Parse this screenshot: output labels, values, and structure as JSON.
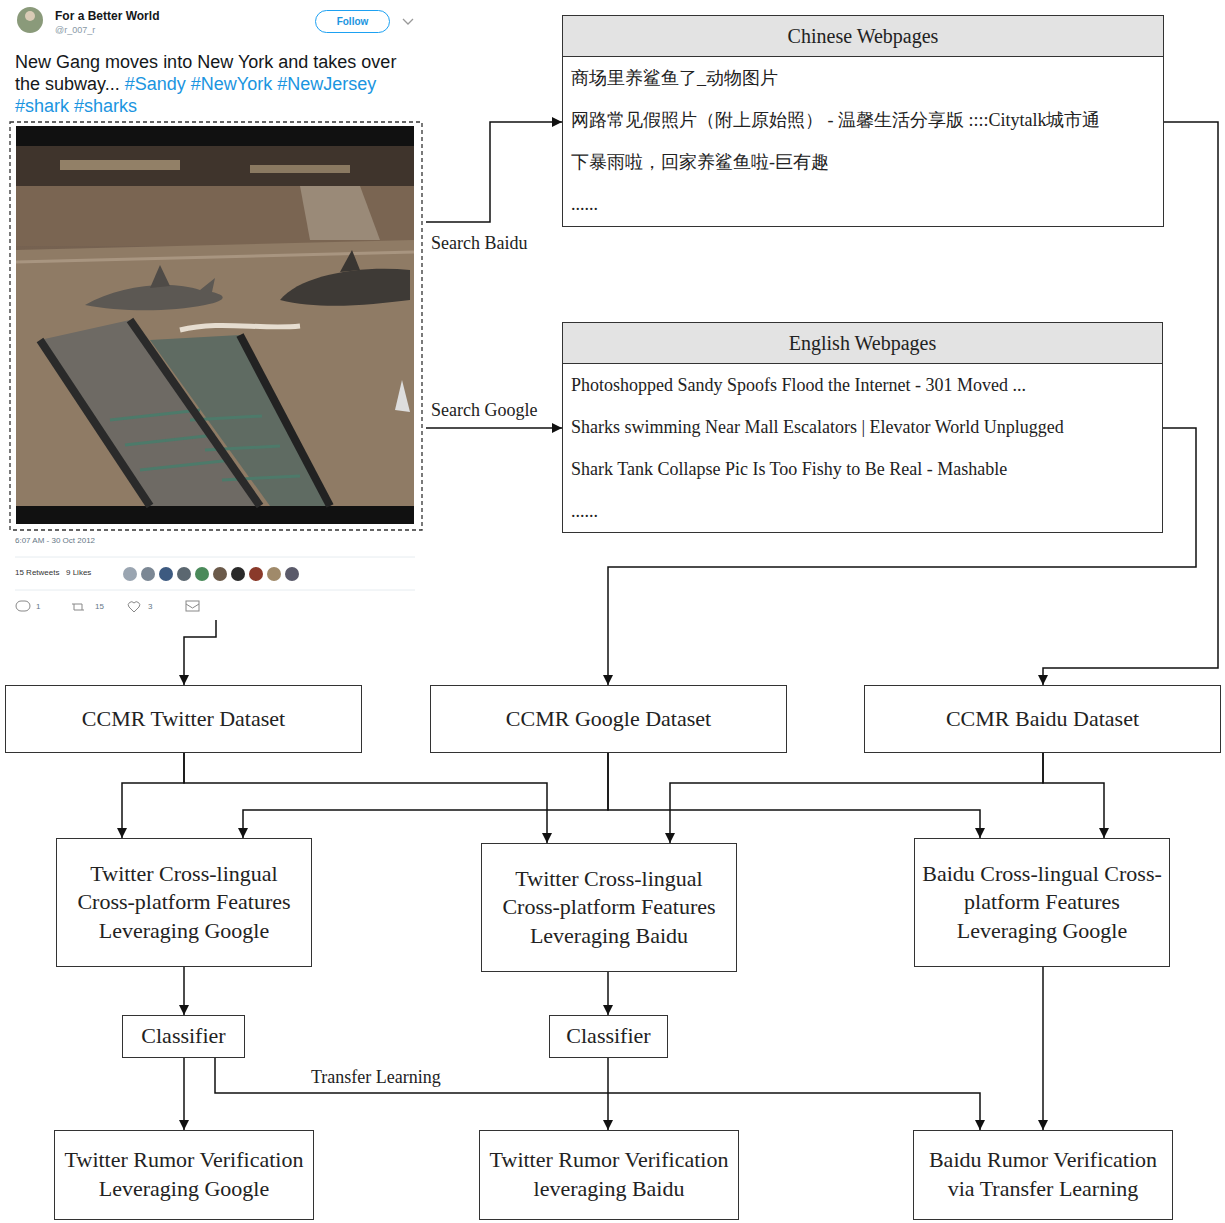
{
  "diagram": {
    "nodes": [
      {
        "text": [
          "For a Better World",
          "@r_007_r",
          "New Gang moves into New York and takes over the subway... #Sandy #NewYork #NewJersey #shark #sharks",
          "6:07 AM - 30 Oct 2012",
          "15 Retweets",
          "9 Likes",
          "1",
          "15",
          "3"
        ]
      },
      {
        "text": [
          "Follow"
        ],
        "in": 0
      },
      {
        "text": [
          "Chinese Webpages",
          "商场里养鲨鱼了_动物图片",
          "网路常见假照片（附上原始照） - 温馨生活分享版 ::::Citytalk城市通",
          "下暴雨啦，回家养鲨鱼啦-巨有趣",
          "......"
        ]
      },
      {
        "text": [
          "English Webpages",
          "Photoshopped Sandy Spoofs Flood the Internet - 301 Moved ...",
          "Sharks swimming Near Mall Escalators | Elevator World Unplugged",
          "Shark Tank Collapse Pic Is Too Fishy to Be Real - Mashable",
          "......"
        ]
      },
      {
        "text": [
          "CCMR Twitter Dataset"
        ]
      },
      {
        "text": [
          "CCMR Google Dataset"
        ]
      },
      {
        "text": [
          "CCMR Baidu Dataset"
        ]
      },
      {
        "text": [
          "Twitter Cross-lingual Cross-platform Features Leveraging Google"
        ]
      },
      {
        "text": [
          "Twitter Cross-lingual Cross-platform Features Leveraging Baidu"
        ]
      },
      {
        "text": [
          "Baidu Cross-lingual Cross-platform Features Leveraging Google"
        ]
      },
      {
        "text": [
          "Classifier"
        ]
      },
      {
        "text": [
          "Classifier"
        ]
      },
      {
        "text": [
          "Twitter Rumor Verification Leveraging Google"
        ]
      },
      {
        "text": [
          "Twitter Rumor Verification leveraging Baidu"
        ]
      },
      {
        "text": [
          "Baidu Rumor Verification via Transfer Learning"
        ]
      }
    ],
    "edges": [
      {
        "from": 0,
        "to": 2,
        "label": "Search Baidu",
        "arrow": "to"
      },
      {
        "from": 0,
        "to": 3,
        "label": "Search Google",
        "arrow": "to"
      },
      {
        "from": 2,
        "to": 6,
        "arrow": "to"
      },
      {
        "from": 3,
        "to": 5,
        "arrow": "to"
      },
      {
        "from": 0,
        "to": 4,
        "arrow": "to"
      },
      {
        "from": 4,
        "to": 7,
        "arrow": "to"
      },
      {
        "from": 4,
        "to": 8,
        "arrow": "to"
      },
      {
        "from": 5,
        "to": 7,
        "arrow": "to"
      },
      {
        "from": 5,
        "to": 9,
        "arrow": "to"
      },
      {
        "from": 6,
        "to": 8,
        "arrow": "to"
      },
      {
        "from": 6,
        "to": 9,
        "arrow": "to"
      },
      {
        "from": 7,
        "to": 10,
        "arrow": "to"
      },
      {
        "from": 10,
        "to": 12,
        "arrow": "to"
      },
      {
        "from": 8,
        "to": 11,
        "arrow": "to"
      },
      {
        "from": 11,
        "to": 13,
        "arrow": "to"
      },
      {
        "from": 9,
        "to": 14,
        "arrow": "to"
      },
      {
        "from": 10,
        "to": 14,
        "label": "Transfer Learning",
        "arrow": "to"
      }
    ]
  }
}
